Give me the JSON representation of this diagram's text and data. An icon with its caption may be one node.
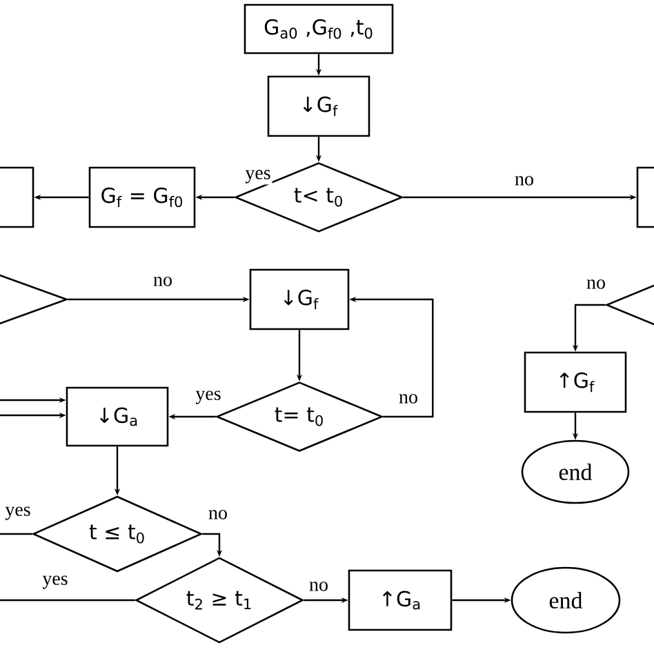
{
  "diagram": {
    "nodes": [
      {
        "text": [
          "G$_{a0}$ ,G$_{f0}$ ,t$_{0}$"
        ]
      },
      {
        "text": [
          "↓G$_{f}$"
        ]
      },
      {
        "text": [
          "t< t$_{0}$"
        ]
      },
      {
        "text": [
          "G$_{f}$ = G$_{f0}$"
        ]
      },
      {
        "text": [],
        "shape": "box"
      },
      {
        "text": [],
        "shape": "box"
      },
      {
        "text": [],
        "shape": "diamond"
      },
      {
        "text": [
          "↓G$_{f}$"
        ]
      },
      {
        "text": [],
        "shape": "diamond"
      },
      {
        "text": [
          "t= t$_{0}$"
        ]
      },
      {
        "text": [
          "↓G$_{a}$"
        ]
      },
      {
        "text": [
          "↑G$_{f}$"
        ]
      },
      {
        "text": [
          "end"
        ]
      },
      {
        "text": [
          "t ≤ t$_{0}$"
        ]
      },
      {
        "text": [
          "t$_{2}$ ≥ t$_{1}$"
        ]
      },
      {
        "text": [
          "↑G$_{a}$"
        ]
      },
      {
        "text": [
          "end"
        ]
      }
    ],
    "edges": [
      {
        "from": 0,
        "to": 1,
        "arrow": "to"
      },
      {
        "from": 1,
        "to": 2,
        "arrow": "to"
      },
      {
        "from": 2,
        "to": 3,
        "arrow": "to",
        "label": "yes"
      },
      {
        "from": 3,
        "to": 4,
        "arrow": "to"
      },
      {
        "from": 2,
        "to": 5,
        "arrow": "to",
        "label": "no"
      },
      {
        "from": 6,
        "to": 7,
        "arrow": "to",
        "label": "no"
      },
      {
        "from": 7,
        "to": 9,
        "arrow": "to"
      },
      {
        "from": 9,
        "to": 10,
        "arrow": "to",
        "label": "yes"
      },
      {
        "from": 9,
        "to": 7,
        "arrow": "to",
        "label": "no"
      },
      {
        "from": 8,
        "to": 11,
        "arrow": "to",
        "label": "no"
      },
      {
        "from": 11,
        "to": 12,
        "arrow": "to"
      },
      {
        "from": 10,
        "to": 13,
        "arrow": "to"
      },
      {
        "from": 13,
        "to": 14,
        "arrow": "to",
        "label": "no"
      },
      {
        "from": 14,
        "to": 15,
        "arrow": "to",
        "label": "no"
      },
      {
        "from": 15,
        "to": 16,
        "arrow": "to"
      },
      {
        "from": 13,
        "to": null,
        "arrow": "none",
        "label": "yes"
      },
      {
        "from": 14,
        "to": null,
        "arrow": "none",
        "label": "yes"
      },
      {
        "from": null,
        "to": 10,
        "arrow": "to"
      },
      {
        "from": null,
        "to": 10,
        "arrow": "to"
      }
    ]
  }
}
